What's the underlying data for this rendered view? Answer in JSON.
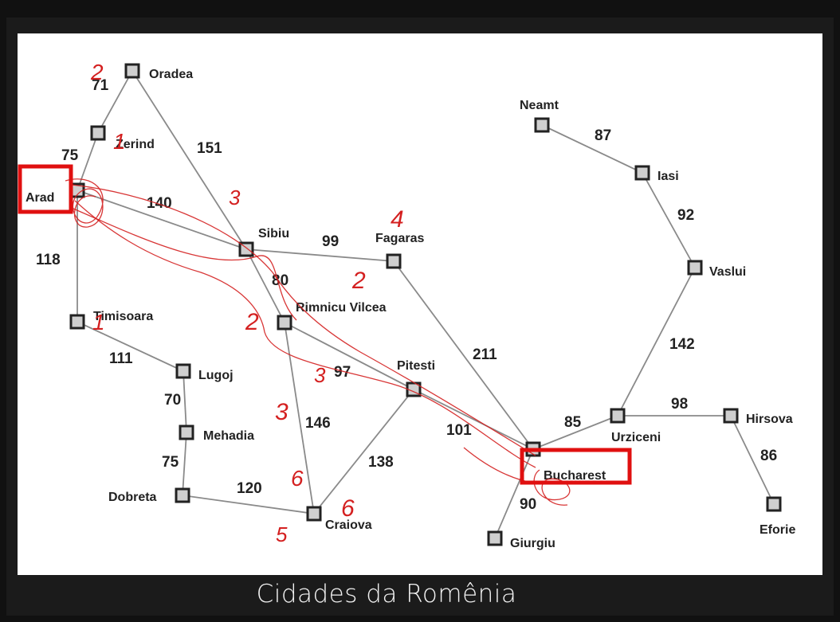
{
  "caption": "Cidades da Romênia",
  "cities": [
    {
      "id": "oradea",
      "name": "Oradea"
    },
    {
      "id": "zerind",
      "name": "Zerind"
    },
    {
      "id": "arad",
      "name": "Arad"
    },
    {
      "id": "timisoara",
      "name": "Timisoara"
    },
    {
      "id": "lugoj",
      "name": "Lugoj"
    },
    {
      "id": "mehadia",
      "name": "Mehadia"
    },
    {
      "id": "dobreta",
      "name": "Dobreta"
    },
    {
      "id": "sibiu",
      "name": "Sibiu"
    },
    {
      "id": "fagaras",
      "name": "Fagaras"
    },
    {
      "id": "rimnicu",
      "name": "Rimnicu Vilcea"
    },
    {
      "id": "pitesti",
      "name": "Pitesti"
    },
    {
      "id": "craiova",
      "name": "Craiova"
    },
    {
      "id": "bucharest",
      "name": "Bucharest"
    },
    {
      "id": "giurgiu",
      "name": "Giurgiu"
    },
    {
      "id": "urziceni",
      "name": "Urziceni"
    },
    {
      "id": "hirsova",
      "name": "Hirsova"
    },
    {
      "id": "eforie",
      "name": "Eforie"
    },
    {
      "id": "vaslui",
      "name": "Vaslui"
    },
    {
      "id": "iasi",
      "name": "Iasi"
    },
    {
      "id": "neamt",
      "name": "Neamt"
    }
  ],
  "roads": [
    {
      "from": "oradea",
      "to": "zerind",
      "distance": "71"
    },
    {
      "from": "zerind",
      "to": "arad",
      "distance": "75"
    },
    {
      "from": "oradea",
      "to": "sibiu",
      "distance": "151"
    },
    {
      "from": "arad",
      "to": "sibiu",
      "distance": "140"
    },
    {
      "from": "arad",
      "to": "timisoara",
      "distance": "118"
    },
    {
      "from": "timisoara",
      "to": "lugoj",
      "distance": "111"
    },
    {
      "from": "lugoj",
      "to": "mehadia",
      "distance": "70"
    },
    {
      "from": "mehadia",
      "to": "dobreta",
      "distance": "75"
    },
    {
      "from": "dobreta",
      "to": "craiova",
      "distance": "120"
    },
    {
      "from": "sibiu",
      "to": "fagaras",
      "distance": "99"
    },
    {
      "from": "sibiu",
      "to": "rimnicu",
      "distance": "80"
    },
    {
      "from": "rimnicu",
      "to": "pitesti",
      "distance": "97"
    },
    {
      "from": "rimnicu",
      "to": "craiova",
      "distance": "146"
    },
    {
      "from": "craiova",
      "to": "pitesti",
      "distance": "138"
    },
    {
      "from": "fagaras",
      "to": "bucharest",
      "distance": "211"
    },
    {
      "from": "pitesti",
      "to": "bucharest",
      "distance": "101"
    },
    {
      "from": "bucharest",
      "to": "giurgiu",
      "distance": "90"
    },
    {
      "from": "bucharest",
      "to": "urziceni",
      "distance": "85"
    },
    {
      "from": "urziceni",
      "to": "hirsova",
      "distance": "98"
    },
    {
      "from": "hirsova",
      "to": "eforie",
      "distance": "86"
    },
    {
      "from": "urziceni",
      "to": "vaslui",
      "distance": "142"
    },
    {
      "from": "vaslui",
      "to": "iasi",
      "distance": "92"
    },
    {
      "from": "iasi",
      "to": "neamt",
      "distance": "87"
    }
  ],
  "highlighted": [
    "arad",
    "bucharest"
  ],
  "annotations": [
    {
      "text": "2"
    },
    {
      "text": "1"
    },
    {
      "text": "3"
    },
    {
      "text": "4"
    },
    {
      "text": "2"
    },
    {
      "text": "1"
    },
    {
      "text": "2"
    },
    {
      "text": "3"
    },
    {
      "text": "3"
    },
    {
      "text": "6"
    },
    {
      "text": "5"
    },
    {
      "text": "6"
    }
  ],
  "colors": {
    "edge": "#8a8a8a",
    "node": "#222222",
    "highlight": "#e01010",
    "ink": "#d42020",
    "background": "#111111"
  }
}
